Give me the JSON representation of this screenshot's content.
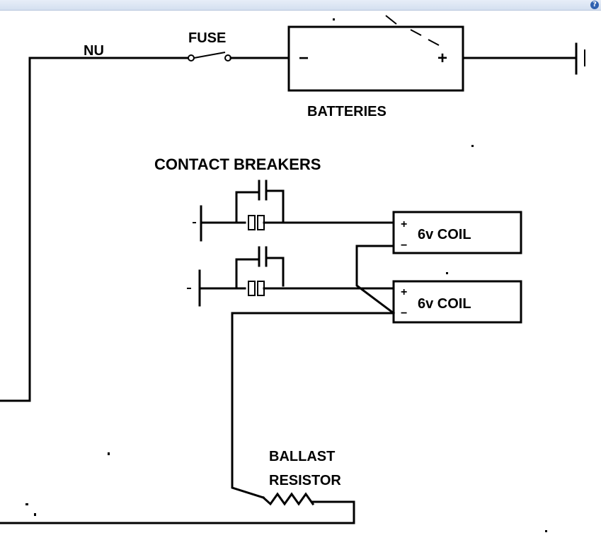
{
  "toolbar": {
    "help_glyph": "?"
  },
  "labels": {
    "nu": "NU",
    "fuse": "FUSE",
    "batteries": "BATTERIES",
    "battery_minus": "−",
    "battery_plus": "+",
    "contact_breakers": "CONTACT BREAKERS",
    "coil_top": "6v COIL",
    "coil_bottom": "6v COIL",
    "coil_plus": "+",
    "coil_minus": "−",
    "ballast_line1": "BALLAST",
    "ballast_line2": "RESISTOR"
  }
}
